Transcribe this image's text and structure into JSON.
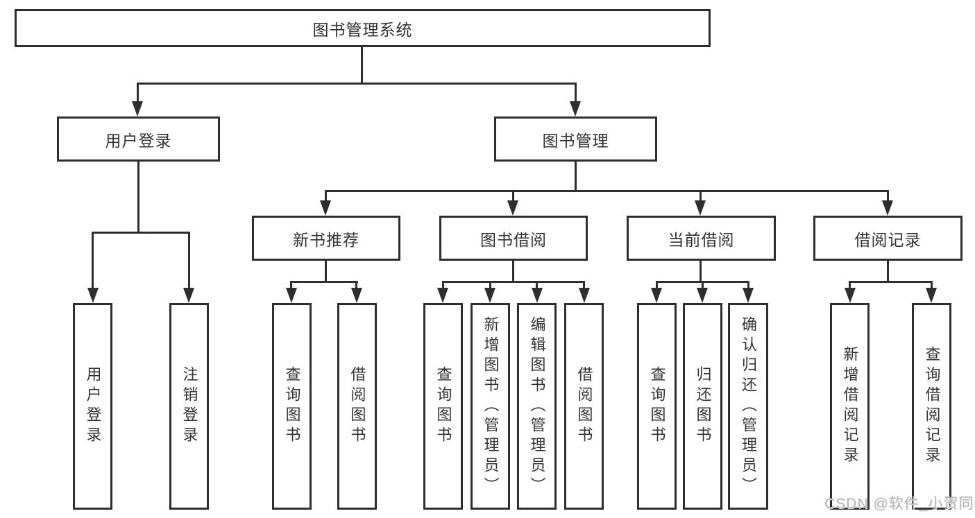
{
  "tree": {
    "label": "图书管理系统",
    "children": [
      {
        "label": "用户登录",
        "children": [
          {
            "label": "用户登录"
          },
          {
            "label": "注销登录"
          }
        ]
      },
      {
        "label": "图书管理",
        "children": [
          {
            "label": "新书推荐",
            "children": [
              {
                "label": "查询图书"
              },
              {
                "label": "借阅图书"
              }
            ]
          },
          {
            "label": "图书借阅",
            "children": [
              {
                "label": "查询图书"
              },
              {
                "label": "新增图书（管理员）"
              },
              {
                "label": "编辑图书（管理员）"
              },
              {
                "label": "借阅图书"
              }
            ]
          },
          {
            "label": "当前借阅",
            "children": [
              {
                "label": "查询图书"
              },
              {
                "label": "归还图书"
              },
              {
                "label": "确认归还（管理员）"
              }
            ]
          },
          {
            "label": "借阅记录",
            "children": [
              {
                "label": "新增借阅记录"
              },
              {
                "label": "查询借阅记录"
              }
            ]
          }
        ]
      }
    ]
  },
  "watermark": {
    "text": "CSDN @软件_小贺同学"
  },
  "colors": {
    "line": "#2e2e2e",
    "text": "#333333",
    "watermark": "#b5b5b5"
  }
}
